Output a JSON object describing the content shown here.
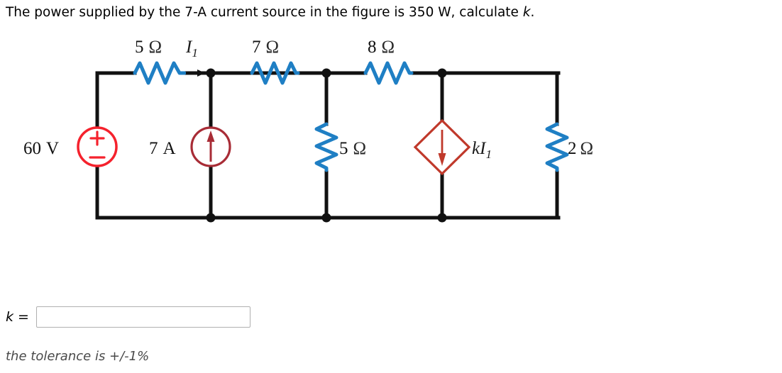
{
  "question": {
    "prefix": "The power supplied by the 7-A current source in the figure is 350 W, calculate ",
    "variable": "k",
    "suffix": "."
  },
  "circuit": {
    "series_resistors": [
      {
        "name": "r5-top",
        "value": "5",
        "unit": "Ω"
      },
      {
        "name": "r7-top",
        "value": "7",
        "unit": "Ω"
      },
      {
        "name": "r8-top",
        "value": "8",
        "unit": "Ω"
      }
    ],
    "shunt_resistors": [
      {
        "name": "r5-shunt",
        "value": "5",
        "unit": "Ω"
      },
      {
        "name": "r2-shunt",
        "value": "2",
        "unit": "Ω"
      }
    ],
    "voltage_source": {
      "value": "60",
      "unit": "V",
      "plus": "+",
      "minus": "−"
    },
    "current_source": {
      "value": "7",
      "unit": "A"
    },
    "dependent_source": {
      "gain": "k",
      "current": "I",
      "subscript": "1"
    },
    "branch_current": {
      "symbol": "I",
      "subscript": "1"
    },
    "colors": {
      "wire": "#111111",
      "resistor": "#1f7fc4",
      "voltage_source": "#f5222d",
      "current_source": "#a82c36",
      "dependent_source": "#c0392b",
      "ohm": "#2b2b2b"
    }
  },
  "answer": {
    "label": "k =",
    "value": "",
    "placeholder": ""
  },
  "tolerance": "the tolerance is +/-1%"
}
